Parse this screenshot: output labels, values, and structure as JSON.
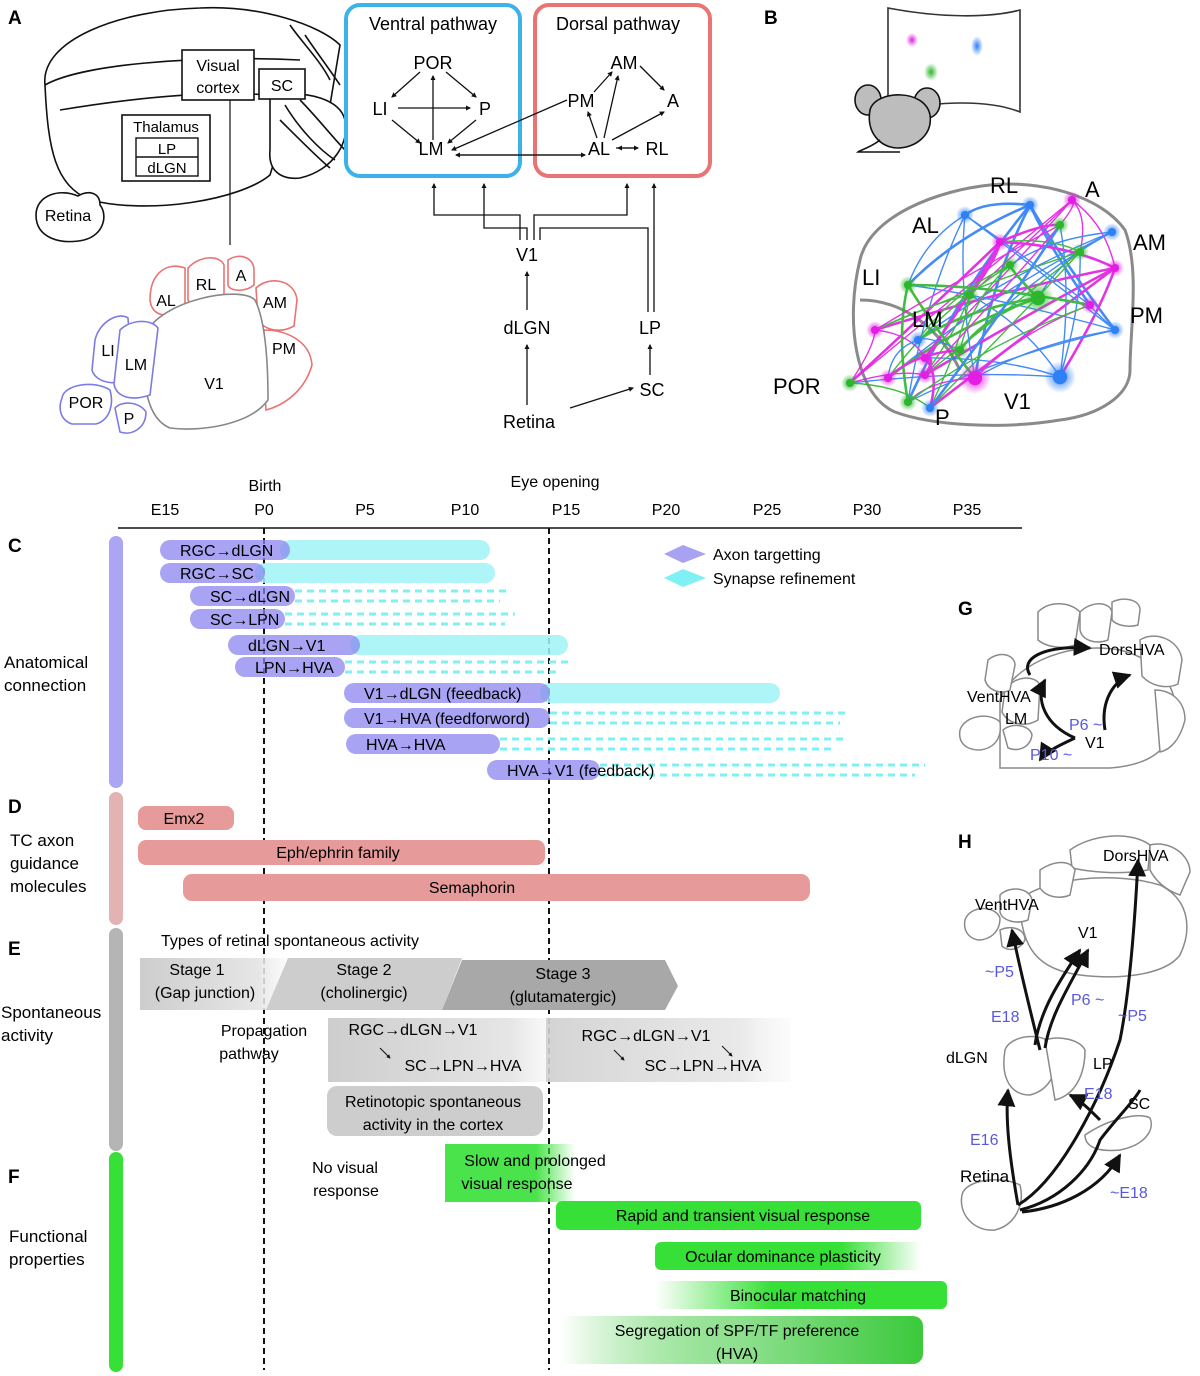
{
  "panels": {
    "A": "A",
    "B": "B",
    "C": "C",
    "D": "D",
    "E": "E",
    "F": "F",
    "G": "G",
    "H": "H"
  },
  "brain": {
    "visual_cortex": [
      "Visual",
      "cortex"
    ],
    "sc": "SC",
    "thalamus": "Thalamus",
    "lp": "LP",
    "dlgn": "dLGN",
    "retina": "Retina"
  },
  "areas": {
    "AL": "AL",
    "RL": "RL",
    "A": "A",
    "AM": "AM",
    "PM": "PM",
    "LI": "LI",
    "LM": "LM",
    "V1": "V1",
    "POR": "POR",
    "P": "P"
  },
  "pathway": {
    "ventral_title": "Ventral pathway",
    "dorsal_title": "Dorsal pathway",
    "nodes": {
      "POR": "POR",
      "LI": "LI",
      "P": "P",
      "LM": "LM",
      "AM": "AM",
      "PM": "PM",
      "A": "A",
      "AL": "AL",
      "RL": "RL",
      "V1": "V1",
      "dLGN": "dLGN",
      "LP": "LP",
      "SC": "SC",
      "Retina": "Retina"
    }
  },
  "colors": {
    "ventral": "#3cb2e8",
    "dorsal": "#e87474",
    "blue_node": "#2f7ff5",
    "green_node": "#2db52d",
    "magenta_node": "#e21ee2",
    "lavender": "#aaa6f3",
    "pink": "#e79a9a",
    "gray": "#b4b4b4",
    "green": "#37e037",
    "sky": "#9ff3f6",
    "axon": "#8b86ef",
    "label_blue": "#5858e0"
  },
  "timeline": {
    "birth": "Birth",
    "eye_opening": "Eye opening",
    "ticks": [
      "E15",
      "P0",
      "P5",
      "P10",
      "P15",
      "P20",
      "P25",
      "P30",
      "P35"
    ]
  },
  "legend": {
    "axon": "Axon targetting",
    "synapse": "Synapse refinement"
  },
  "sections": {
    "C": "Anatomical connection",
    "D": "TC axon guidance molecules",
    "E": "Spontaneous activity",
    "F": "Functional properties"
  },
  "anatomical": [
    "RGC→dLGN",
    "RGC→SC",
    "SC→dLGN",
    "SC→LPN",
    "dLGN→V1",
    "LPN→HVA",
    "V1→dLGN (feedback)",
    "V1→HVA (feedforword)",
    "HVA→HVA",
    "HVA→V1 (feedback)"
  ],
  "molecules": [
    "Emx2",
    "Eph/ephrin family",
    "Semaphorin"
  ],
  "spontaneous": {
    "types_title": "Types of retinal spontaneous activity",
    "stage1": [
      "Stage 1",
      "(Gap junction)"
    ],
    "stage2": [
      "Stage 2",
      "(cholinergic)"
    ],
    "stage3": [
      "Stage 3",
      "(glutamatergic)"
    ],
    "propagation": [
      "Propagation",
      "pathway"
    ],
    "path_a": [
      "RGC→dLGN→V1",
      "SC→LPN→HVA"
    ],
    "path_b": [
      "RGC→dLGN→V1",
      "SC→LPN→HVA"
    ],
    "retinotopic": [
      "Retinotopic spontaneous",
      "activity in the cortex"
    ]
  },
  "functional": {
    "no_visual": [
      "No visual",
      "response"
    ],
    "slow": [
      "Slow and prolonged",
      "visual response"
    ],
    "rapid": "Rapid and transient visual response",
    "ocular": "Ocular dominance plasticity",
    "binocular": "Binocular matching",
    "segregation": [
      "Segregation of SPF/TF preference",
      "(HVA)"
    ]
  },
  "panelG": {
    "vent": "VentHVA",
    "dors": "DorsHVA",
    "lm": "LM",
    "v1": "V1",
    "p6": "P6 ~",
    "p10": "P10 ~"
  },
  "panelH": {
    "vent": "VentHVA",
    "dors": "DorsHVA",
    "v1": "V1",
    "dlgn": "dLGN",
    "lp": "LP",
    "sc": "SC",
    "retina": "Retina",
    "p5a": "~P5",
    "p5b": "~P5",
    "e18a": "E18",
    "e18b": "E18",
    "e18c": "~E18",
    "p6": "P6 ~",
    "e16": "E16"
  }
}
